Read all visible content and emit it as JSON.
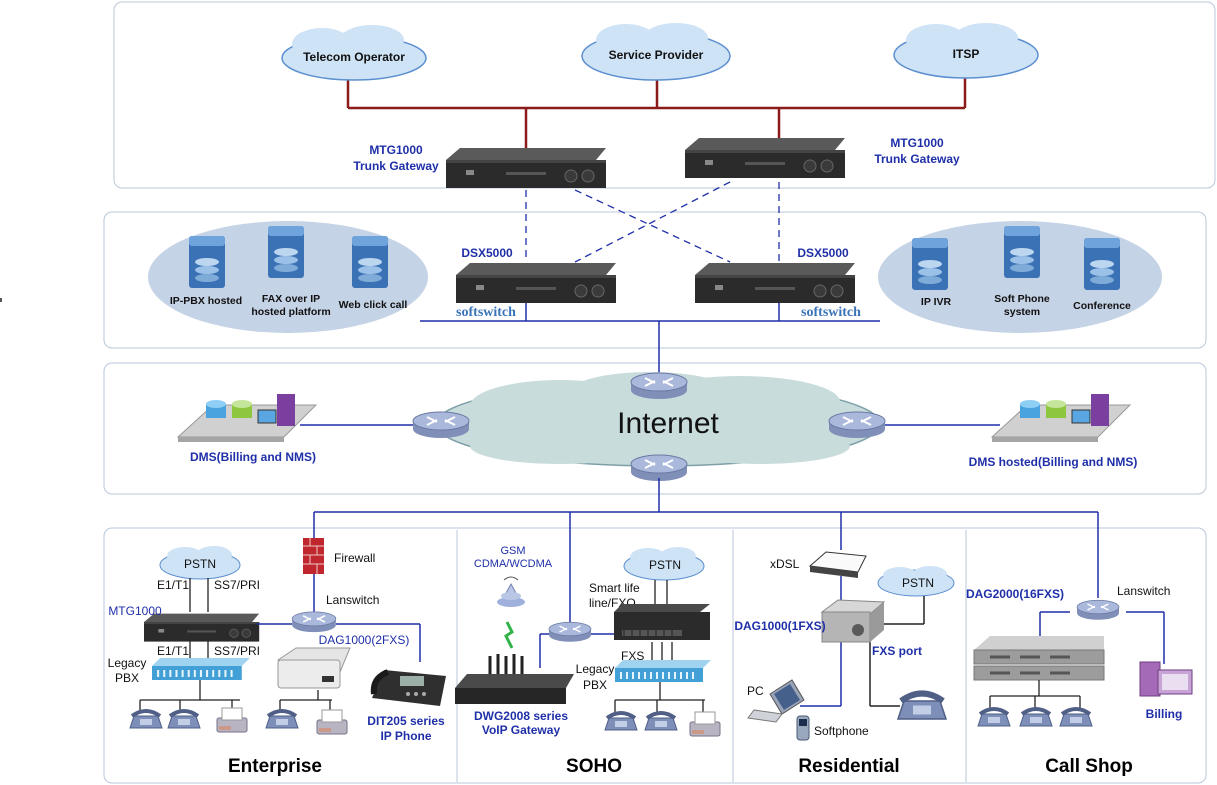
{
  "top_panel": {
    "clouds": [
      "Telecom Operator",
      "Service Provider",
      "ITSP"
    ],
    "gateway_left": {
      "name": "MTG1000",
      "role": "Trunk Gateway"
    },
    "gateway_right": {
      "name": "MTG1000",
      "role": "Trunk Gateway"
    }
  },
  "switch_panel": {
    "softswitch_left": {
      "name": "DSX5000",
      "caption": "softswitch"
    },
    "softswitch_right": {
      "name": "DSX5000",
      "caption": "softswitch"
    },
    "left_services": [
      {
        "line1": "IP-PBX hosted",
        "line2": ""
      },
      {
        "line1": "FAX over IP",
        "line2": "hosted platform"
      },
      {
        "line1": "Web click call",
        "line2": ""
      }
    ],
    "right_services": [
      {
        "line1": "IP IVR",
        "line2": ""
      },
      {
        "line1": "Soft Phone",
        "line2": "system"
      },
      {
        "line1": "Conference",
        "line2": ""
      }
    ]
  },
  "internet_panel": {
    "cloud_label": "Internet",
    "dms_left": "DMS(Billing and NMS)",
    "dms_right": "DMS hosted(Billing and NMS)"
  },
  "enterprise": {
    "section_title": "Enterprise",
    "pstn": "PSTN",
    "e1t1_top": "E1/T1",
    "ss7_top": "SS7/PRI",
    "mtg": "MTG1000",
    "e1t1_bottom": "E1/T1",
    "ss7_bottom": "SS7/PRI",
    "legacy_pbx_1": "Legacy",
    "legacy_pbx_2": "PBX",
    "firewall": "Firewall",
    "lanswitch": "Lanswitch",
    "dag": "DAG1000(2FXS)",
    "ip_phone_1": "DIT205 series",
    "ip_phone_2": "IP Phone"
  },
  "soho": {
    "section_title": "SOHO",
    "gsm_1": "GSM",
    "gsm_2": "CDMA/WCDMA",
    "pstn": "PSTN",
    "smart_1": "Smart life",
    "smart_2": "line/FXO",
    "fxs": "FXS",
    "legacy_pbx_1": "Legacy",
    "legacy_pbx_2": "PBX",
    "dwg_1": "DWG2008 series",
    "dwg_2": "VoIP Gateway"
  },
  "residential": {
    "section_title": "Residential",
    "xdsl": "xDSL",
    "pstn": "PSTN",
    "dag": "DAG1000(1FXS)",
    "fxs_port": "FXS port",
    "pc": "PC",
    "softphone": "Softphone"
  },
  "call_shop": {
    "section_title": "Call Shop",
    "dag": "DAG2000(16FXS)",
    "lanswitch": "Lanswitch",
    "billing": "Billing"
  },
  "colors": {
    "link_blue": "#1f2fa8",
    "trunk_red": "#8b1a1a",
    "cloud_fill": "#cfe3f6",
    "panel_border": "#b8c7d9"
  }
}
